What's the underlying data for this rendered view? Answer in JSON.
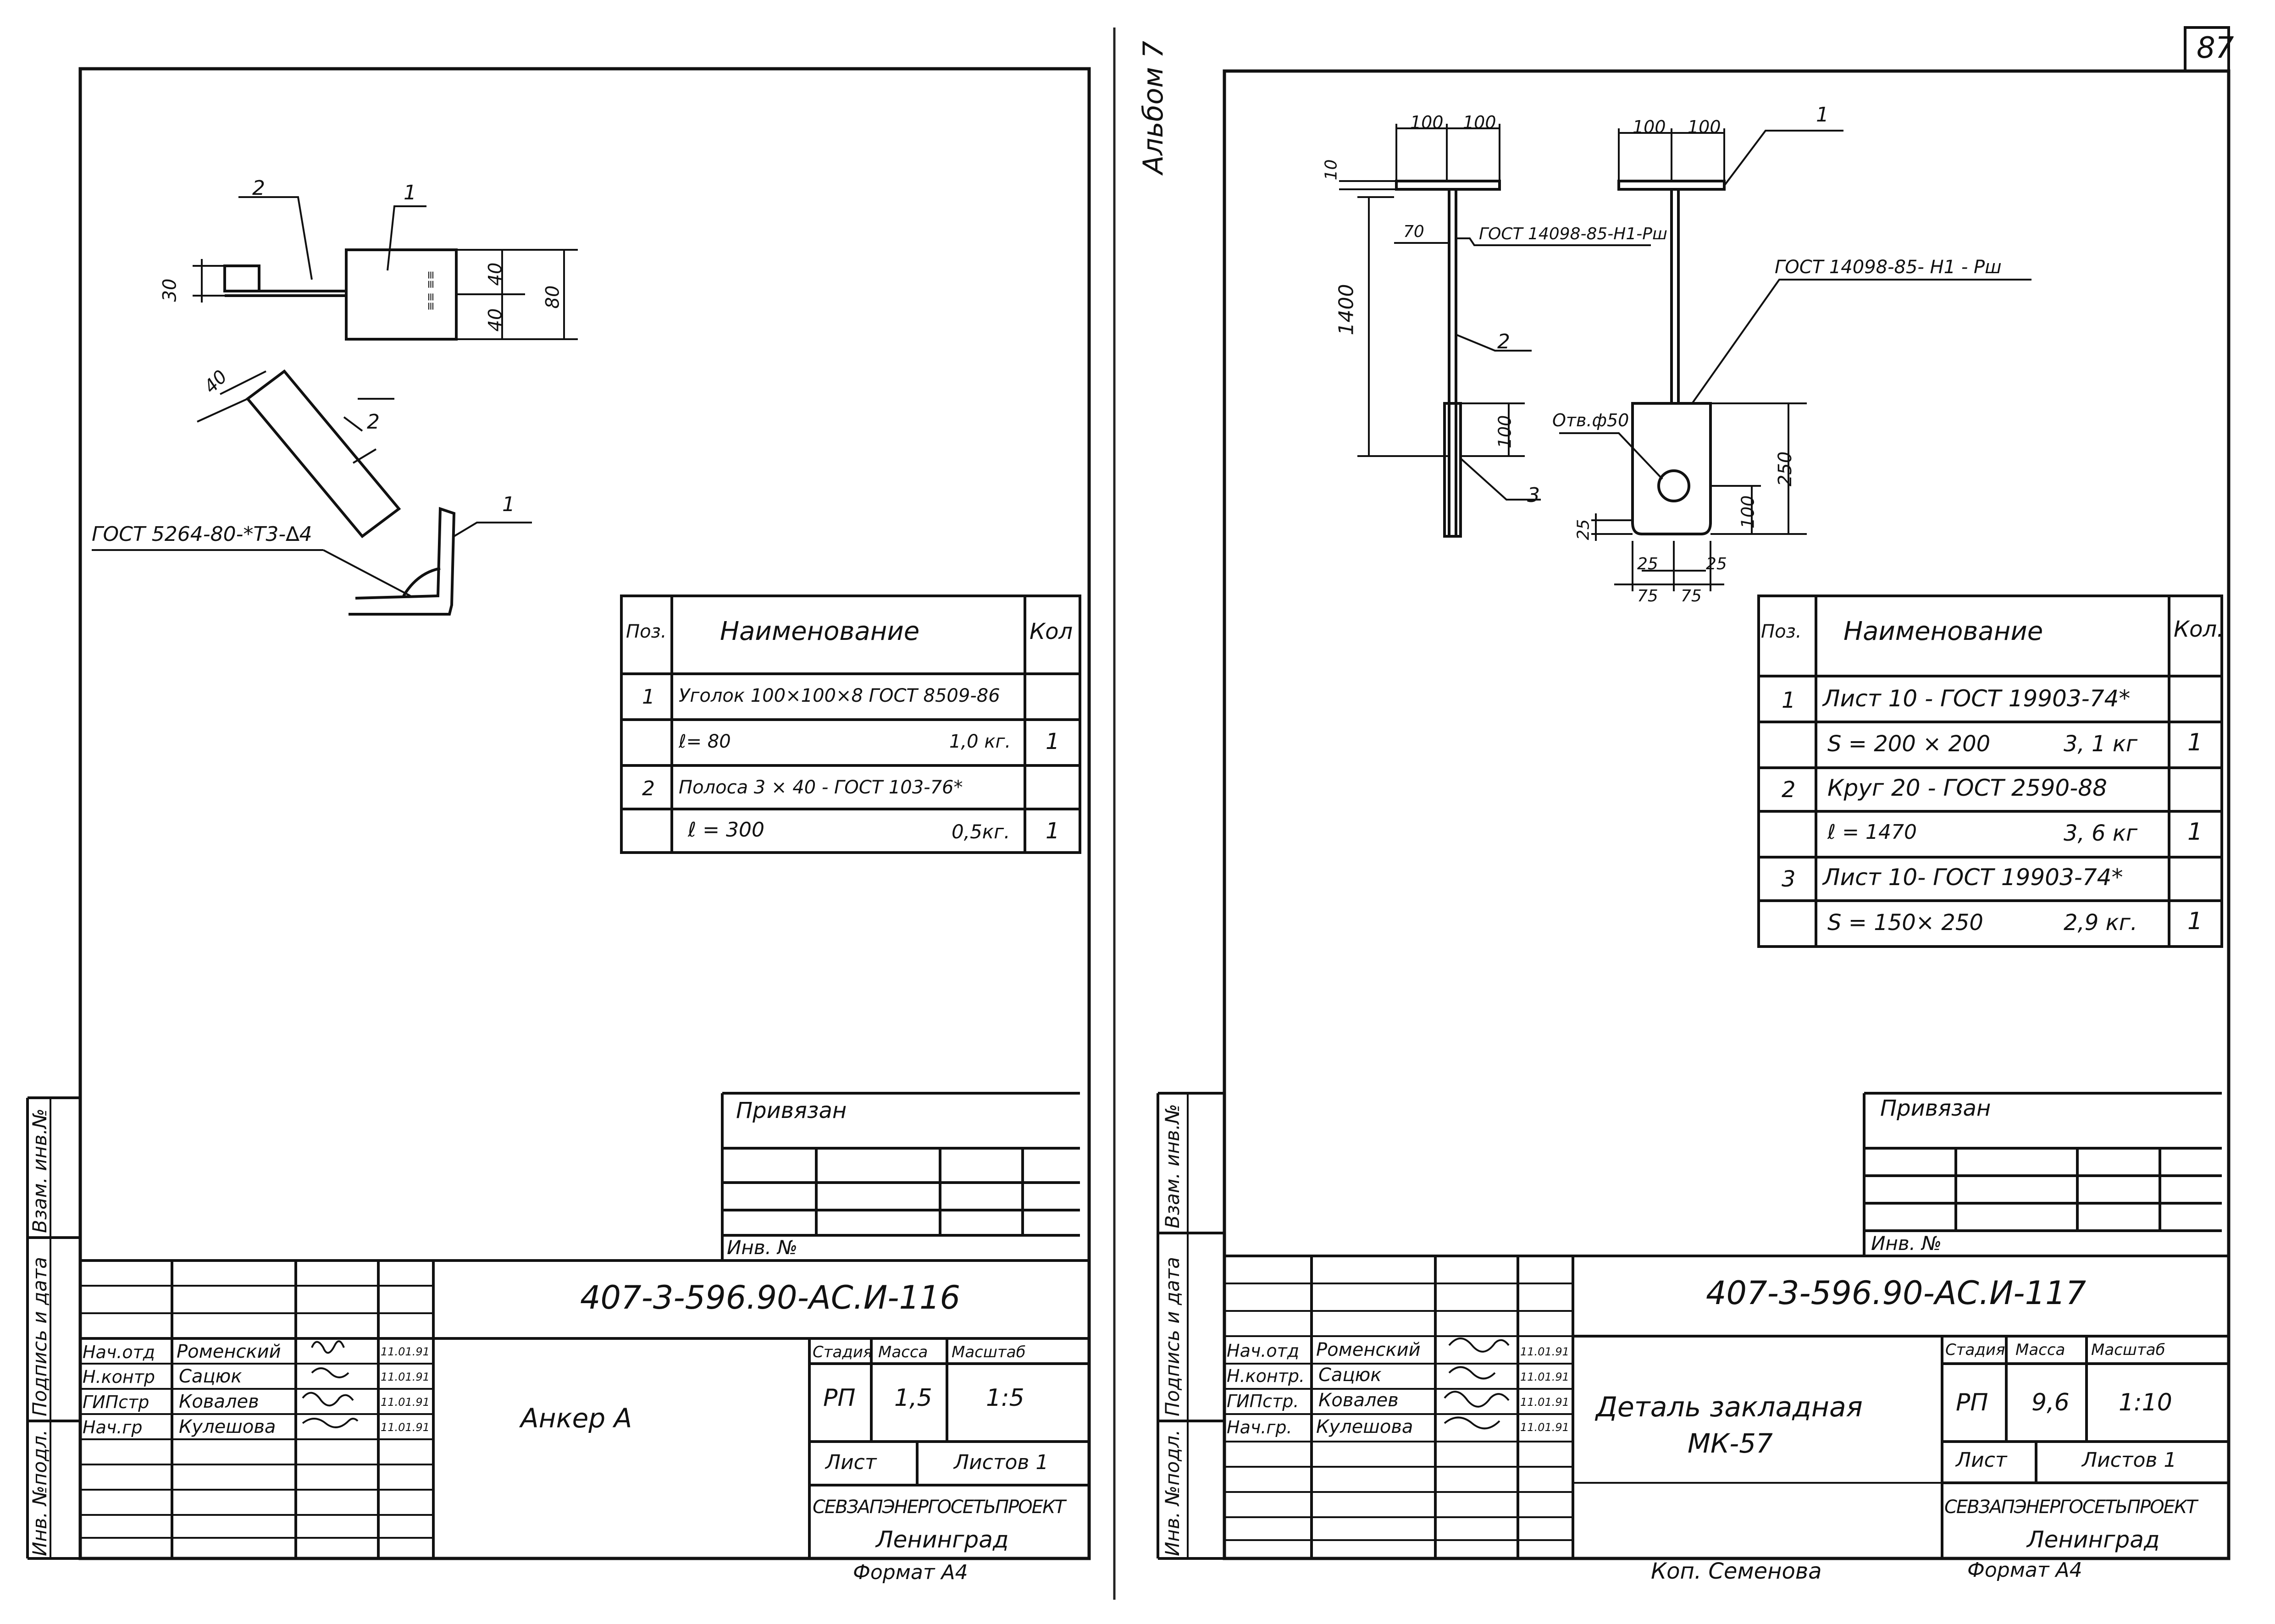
{
  "page": {
    "page_number": "87",
    "album": "Альбом 7",
    "copied_by": "Коп. Семенова"
  },
  "side_stamp": {
    "zam_inv": "Взам. инв.№",
    "podpis": "Подпись и дата",
    "inv_podl": "Инв. №подл."
  },
  "left": {
    "drawing": {
      "callout_1": "1",
      "callout_2": "2",
      "dim_30": "30",
      "dim_40a": "40",
      "dim_40b": "40",
      "dim_80": "80",
      "weld_marks": "≡≡ ≡≡",
      "callout_2b": "2",
      "callout_1b": "1",
      "dim_40c": "40",
      "gost_weld": "ГОСТ 5264-80-*Т3-∆4"
    },
    "spec": {
      "headers": {
        "pos": "Поз.",
        "name": "Наименование",
        "qty": "Кол"
      },
      "rows": [
        {
          "pos": "1",
          "name": "Уголок 100×100×8  ГОСТ 8509-86",
          "mass": "",
          "qty": ""
        },
        {
          "pos": "",
          "name": "ℓ= 80",
          "mass": "1,0 кг.",
          "qty": "1"
        },
        {
          "pos": "2",
          "name": "Полоса    3 × 40 - ГОСТ 103-76*",
          "mass": "",
          "qty": ""
        },
        {
          "pos": "",
          "name": "ℓ = 300",
          "mass": "0,5кг.",
          "qty": "1"
        }
      ]
    },
    "privyazan": {
      "title": "Привязан",
      "inv_no": "Инв. №"
    },
    "title_block": {
      "doc_code": "407-3-596.90-АС.И-116",
      "roles": [
        "Нач.отд",
        "Н.контр",
        "ГИПстр",
        "Нач.гр"
      ],
      "names": [
        "Роменский",
        "Сацюк",
        "Ковалев",
        "Кулешова"
      ],
      "dates": [
        "11.01.91",
        "11.01.91",
        "11.01.91",
        "11.01.91"
      ],
      "product_name": "Анкер А",
      "product_name_2": "",
      "stage_label": "Стадия",
      "mass_label": "Масса",
      "scale_label": "Масштаб",
      "stage": "РП",
      "mass": "1,5",
      "scale": "1:5",
      "sheet_label": "Лист",
      "sheets_label": "Листов 1",
      "org": "СЕВЗАПЭНЕРГОСЕТЬПРОЕКТ",
      "city": "Ленинград"
    },
    "format": "Формат А4"
  },
  "right": {
    "drawing": {
      "dim_100a": "100",
      "dim_100b": "100",
      "dim_10": "10",
      "dim_70": "70",
      "dim_1400": "1400",
      "gost_rod_a": "ГОСТ 14098-85-Н1-Рш",
      "callout_2": "2",
      "dim_100c": "100",
      "callout_3": "3",
      "dim_100d": "100",
      "dim_100e": "100",
      "callout_1": "1",
      "gost_rod_b": "ГОСТ 14098-85- Н1 - Рш",
      "hole": "Отв.ф50",
      "dim_250": "250",
      "dim_100f": "100",
      "dim_25a": "25",
      "dim_25b": "25",
      "dim_25c": "25",
      "dim_75a": "75",
      "dim_75b": "75"
    },
    "spec": {
      "headers": {
        "pos": "Поз.",
        "name": "Наименование",
        "qty": "Кол."
      },
      "rows": [
        {
          "pos": "1",
          "name": "Лист 10 - ГОСТ 19903-74*",
          "mass": "",
          "qty": ""
        },
        {
          "pos": "",
          "name": "S = 200 × 200",
          "mass": "3, 1 кг",
          "qty": "1"
        },
        {
          "pos": "2",
          "name": "Круг 20  -  ГОСТ 2590-88",
          "mass": "",
          "qty": ""
        },
        {
          "pos": "",
          "name": "ℓ = 1470",
          "mass": "3, 6 кг",
          "qty": "1"
        },
        {
          "pos": "3",
          "name": "Лист 10- ГОСТ 19903-74*",
          "mass": "",
          "qty": ""
        },
        {
          "pos": "",
          "name": "S = 150× 250",
          "mass": "2,9 кг.",
          "qty": "1"
        }
      ]
    },
    "privyazan": {
      "title": "Привязан",
      "inv_no": "Инв. №"
    },
    "title_block": {
      "doc_code": "407-3-596.90-АС.И-117",
      "roles": [
        "Нач.отд",
        "Н.контр.",
        "ГИПстр.",
        "Нач.гр."
      ],
      "names": [
        "Роменский",
        "Сацюк",
        "Ковалев",
        "Кулешова"
      ],
      "dates": [
        "11.01.91",
        "11.01.91",
        "11.01.91",
        "11.01.91"
      ],
      "product_name": "Деталь закладная",
      "product_name_2": "МК-57",
      "stage_label": "Стадия",
      "mass_label": "Масса",
      "scale_label": "Масштаб",
      "stage": "РП",
      "mass": "9,6",
      "scale": "1:10",
      "sheet_label": "Лист",
      "sheets_label": "Листов 1",
      "org": "СЕВЗАПЭНЕРГОСЕТЬПРОЕКТ",
      "city": "Ленинград"
    },
    "format": "Формат А4"
  }
}
